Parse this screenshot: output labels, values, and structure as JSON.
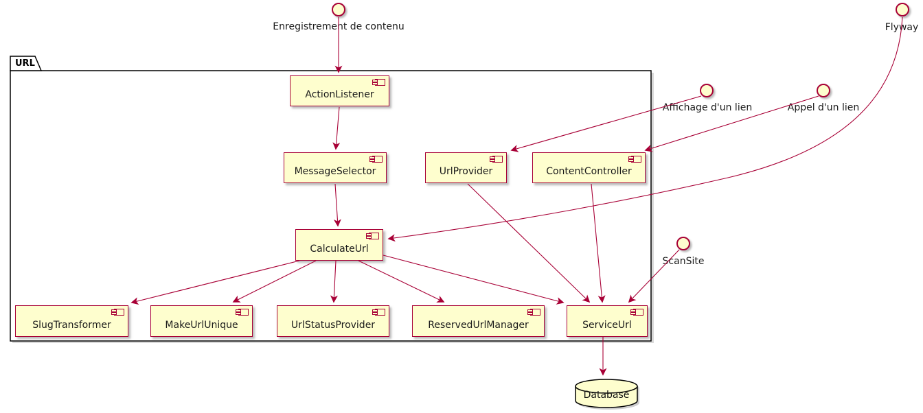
{
  "diagram": {
    "type": "uml-component-diagram",
    "package": {
      "label": "URL"
    },
    "components": [
      {
        "id": "action-listener",
        "label": "ActionListener"
      },
      {
        "id": "message-selector",
        "label": "MessageSelector"
      },
      {
        "id": "url-provider",
        "label": "UrlProvider"
      },
      {
        "id": "content-controller",
        "label": "ContentController"
      },
      {
        "id": "calculate-url",
        "label": "CalculateUrl"
      },
      {
        "id": "slug-transformer",
        "label": "SlugTransformer"
      },
      {
        "id": "make-url-unique",
        "label": "MakeUrlUnique"
      },
      {
        "id": "url-status-provider",
        "label": "UrlStatusProvider"
      },
      {
        "id": "reserved-url-manager",
        "label": "ReservedUrlManager"
      },
      {
        "id": "service-url",
        "label": "ServiceUrl"
      }
    ],
    "interfaces": [
      {
        "id": "enregistrement",
        "label": "Enregistrement de contenu"
      },
      {
        "id": "flyway",
        "label": "Flyway"
      },
      {
        "id": "affichage",
        "label": "Affichage d'un lien"
      },
      {
        "id": "appel",
        "label": "Appel d'un lien"
      },
      {
        "id": "scansite",
        "label": "ScanSite"
      }
    ],
    "database": {
      "label": "Database"
    },
    "edges": [
      {
        "from": "Enregistrement de contenu",
        "to": "ActionListener"
      },
      {
        "from": "ActionListener",
        "to": "MessageSelector"
      },
      {
        "from": "MessageSelector",
        "to": "CalculateUrl"
      },
      {
        "from": "CalculateUrl",
        "to": "SlugTransformer"
      },
      {
        "from": "CalculateUrl",
        "to": "MakeUrlUnique"
      },
      {
        "from": "CalculateUrl",
        "to": "UrlStatusProvider"
      },
      {
        "from": "CalculateUrl",
        "to": "ReservedUrlManager"
      },
      {
        "from": "CalculateUrl",
        "to": "ServiceUrl"
      },
      {
        "from": "UrlProvider",
        "to": "ServiceUrl"
      },
      {
        "from": "ContentController",
        "to": "ServiceUrl"
      },
      {
        "from": "Affichage d'un lien",
        "to": "UrlProvider"
      },
      {
        "from": "Appel d'un lien",
        "to": "ContentController"
      },
      {
        "from": "Flyway",
        "to": "CalculateUrl"
      },
      {
        "from": "ScanSite",
        "to": "ServiceUrl"
      },
      {
        "from": "ServiceUrl",
        "to": "Database"
      }
    ],
    "colors": {
      "component_fill": "#FEFECE",
      "component_border": "#A80036",
      "arrow": "#A80036",
      "package_border": "#000000",
      "database_border": "#000000"
    }
  }
}
